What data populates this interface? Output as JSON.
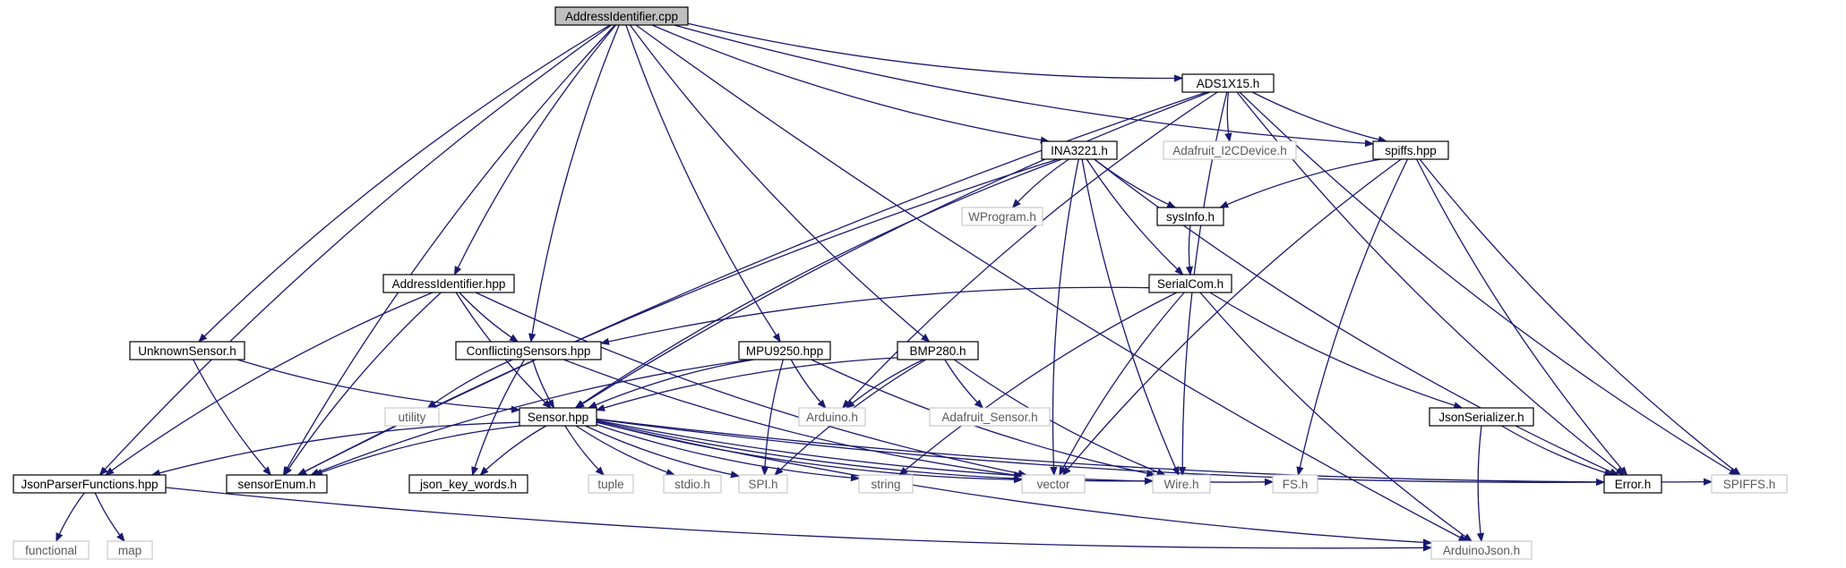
{
  "diagram": {
    "type": "include-dependency-graph",
    "root": "AddressIdentifier.cpp",
    "colors": {
      "edge": "#191970",
      "root_fill": "#bfbfbf",
      "node_border": "#000000",
      "external_border": "#bfbfbf",
      "external_text": "#5a5a5a"
    },
    "nodes": {
      "addr_cpp": {
        "label": "AddressIdentifier.cpp",
        "kind": "root"
      },
      "ads": {
        "label": "ADS1X15.h",
        "kind": "header"
      },
      "i2cdev": {
        "label": "Adafruit_I2CDevice.h",
        "kind": "external"
      },
      "spiffs_hpp": {
        "label": "spiffs.hpp",
        "kind": "header"
      },
      "ina": {
        "label": "INA3221.h",
        "kind": "header"
      },
      "wprog": {
        "label": "WProgram.h",
        "kind": "external"
      },
      "sysinfo": {
        "label": "sysInfo.h",
        "kind": "header"
      },
      "serialcom": {
        "label": "SerialCom.h",
        "kind": "header"
      },
      "addr_hpp": {
        "label": "AddressIdentifier.hpp",
        "kind": "header"
      },
      "conflict": {
        "label": "ConflictingSensors.hpp",
        "kind": "header"
      },
      "mpu": {
        "label": "MPU9250.hpp",
        "kind": "header"
      },
      "bmp": {
        "label": "BMP280.h",
        "kind": "header"
      },
      "unknown": {
        "label": "UnknownSensor.h",
        "kind": "header"
      },
      "utility": {
        "label": "utility",
        "kind": "external"
      },
      "sensor": {
        "label": "Sensor.hpp",
        "kind": "header"
      },
      "arduino_h": {
        "label": "Arduino.h",
        "kind": "external"
      },
      "ada_sensor": {
        "label": "Adafruit_Sensor.h",
        "kind": "external"
      },
      "jsonser": {
        "label": "JsonSerializer.h",
        "kind": "header"
      },
      "jsonparser": {
        "label": "JsonParserFunctions.hpp",
        "kind": "header"
      },
      "sensorenum": {
        "label": "sensorEnum.h",
        "kind": "header"
      },
      "jsonkey": {
        "label": "json_key_words.h",
        "kind": "header"
      },
      "tuple": {
        "label": "tuple",
        "kind": "external"
      },
      "stdio": {
        "label": "stdio.h",
        "kind": "external"
      },
      "spi": {
        "label": "SPI.h",
        "kind": "external"
      },
      "string": {
        "label": "string",
        "kind": "external"
      },
      "vector": {
        "label": "vector",
        "kind": "external"
      },
      "wire": {
        "label": "Wire.h",
        "kind": "external"
      },
      "fs": {
        "label": "FS.h",
        "kind": "external"
      },
      "error": {
        "label": "Error.h",
        "kind": "header"
      },
      "spiffs_h": {
        "label": "SPIFFS.h",
        "kind": "external"
      },
      "functional": {
        "label": "functional",
        "kind": "external"
      },
      "map": {
        "label": "map",
        "kind": "external"
      },
      "arduinojson": {
        "label": "ArduinoJson.h",
        "kind": "external"
      }
    },
    "edges": [
      [
        "addr_cpp",
        "ads"
      ],
      [
        "addr_cpp",
        "spiffs_hpp"
      ],
      [
        "addr_cpp",
        "ina"
      ],
      [
        "addr_cpp",
        "addr_hpp"
      ],
      [
        "addr_cpp",
        "conflict"
      ],
      [
        "addr_cpp",
        "mpu"
      ],
      [
        "addr_cpp",
        "bmp"
      ],
      [
        "addr_cpp",
        "unknown"
      ],
      [
        "addr_cpp",
        "jsonparser"
      ],
      [
        "addr_cpp",
        "sensorenum"
      ],
      [
        "addr_cpp",
        "arduinojson"
      ],
      [
        "ads",
        "i2cdev"
      ],
      [
        "ads",
        "spiffs_hpp"
      ],
      [
        "ads",
        "sensor"
      ],
      [
        "ads",
        "arduino_h"
      ],
      [
        "ads",
        "sensorenum"
      ],
      [
        "ads",
        "wire"
      ],
      [
        "ads",
        "error"
      ],
      [
        "ads",
        "spiffs_h"
      ],
      [
        "spiffs_hpp",
        "sysinfo"
      ],
      [
        "spiffs_hpp",
        "vector"
      ],
      [
        "spiffs_hpp",
        "fs"
      ],
      [
        "spiffs_hpp",
        "error"
      ],
      [
        "spiffs_hpp",
        "spiffs_h"
      ],
      [
        "ina",
        "wprog"
      ],
      [
        "ina",
        "sysinfo"
      ],
      [
        "ina",
        "serialcom"
      ],
      [
        "ina",
        "sensor"
      ],
      [
        "ina",
        "sensorenum"
      ],
      [
        "ina",
        "vector"
      ],
      [
        "ina",
        "wire"
      ],
      [
        "ina",
        "error"
      ],
      [
        "sysinfo",
        "serialcom"
      ],
      [
        "serialcom",
        "conflict"
      ],
      [
        "serialcom",
        "jsonser"
      ],
      [
        "serialcom",
        "string"
      ],
      [
        "serialcom",
        "vector"
      ],
      [
        "serialcom",
        "arduinojson"
      ],
      [
        "addr_hpp",
        "conflict"
      ],
      [
        "addr_hpp",
        "sensor"
      ],
      [
        "addr_hpp",
        "sensorenum"
      ],
      [
        "addr_hpp",
        "jsonparser"
      ],
      [
        "addr_hpp",
        "vector"
      ],
      [
        "conflict",
        "utility"
      ],
      [
        "conflict",
        "sensor"
      ],
      [
        "conflict",
        "jsonkey"
      ],
      [
        "conflict",
        "vector"
      ],
      [
        "mpu",
        "sensor"
      ],
      [
        "mpu",
        "arduino_h"
      ],
      [
        "mpu",
        "spi"
      ],
      [
        "mpu",
        "sensorenum"
      ],
      [
        "mpu",
        "wire"
      ],
      [
        "bmp",
        "sensor"
      ],
      [
        "bmp",
        "arduino_h"
      ],
      [
        "bmp",
        "ada_sensor"
      ],
      [
        "bmp",
        "spi"
      ],
      [
        "bmp",
        "wire"
      ],
      [
        "unknown",
        "sensor"
      ],
      [
        "unknown",
        "sensorenum"
      ],
      [
        "sensor",
        "jsonparser"
      ],
      [
        "sensor",
        "sensorenum"
      ],
      [
        "sensor",
        "jsonkey"
      ],
      [
        "sensor",
        "tuple"
      ],
      [
        "sensor",
        "stdio"
      ],
      [
        "sensor",
        "spi"
      ],
      [
        "sensor",
        "string"
      ],
      [
        "sensor",
        "vector"
      ],
      [
        "sensor",
        "wire"
      ],
      [
        "sensor",
        "fs"
      ],
      [
        "sensor",
        "error"
      ],
      [
        "sensor",
        "spiffs_h"
      ],
      [
        "sensor",
        "arduinojson"
      ],
      [
        "jsonser",
        "error"
      ],
      [
        "jsonser",
        "arduinojson"
      ],
      [
        "jsonparser",
        "functional"
      ],
      [
        "jsonparser",
        "map"
      ],
      [
        "jsonparser",
        "arduinojson"
      ]
    ]
  }
}
